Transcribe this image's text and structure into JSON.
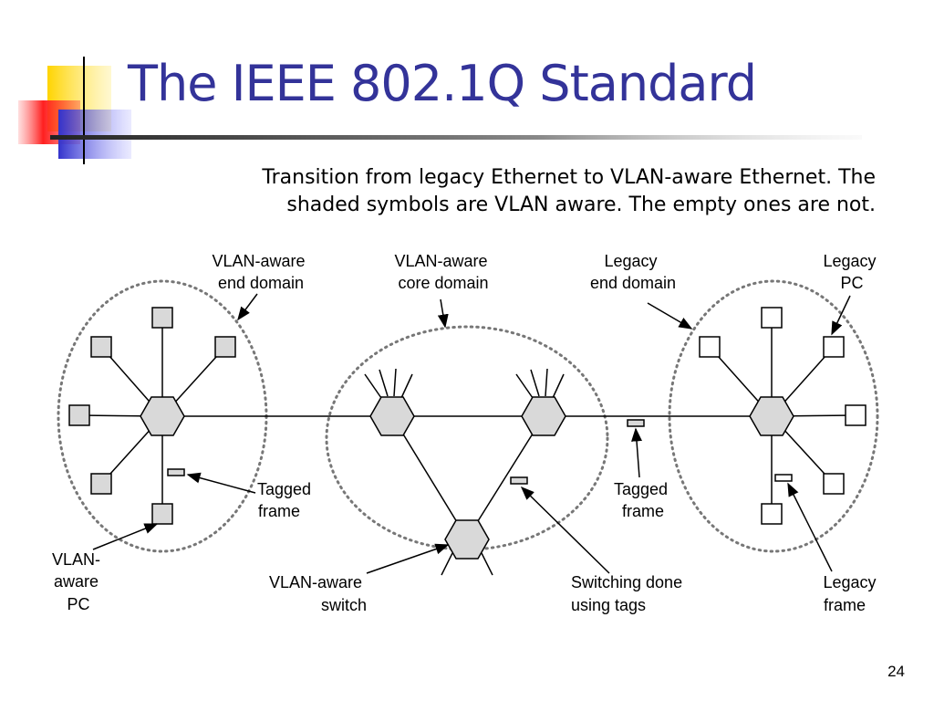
{
  "title": "The IEEE 802.1Q Standard",
  "subtitle_line1": "Transition from legacy Ethernet to VLAN-aware Ethernet.  The",
  "subtitle_line2": "shaded symbols are VLAN aware.  The empty ones are not.",
  "page_number": "24",
  "labels": {
    "vlan_end_domain": [
      "VLAN-aware",
      "end domain"
    ],
    "vlan_core_domain": [
      "VLAN-aware",
      "core domain"
    ],
    "legacy_end_domain": [
      "Legacy",
      "end domain"
    ],
    "legacy_pc": [
      "Legacy",
      "PC"
    ],
    "tagged_frame_left": [
      "Tagged",
      "frame"
    ],
    "tagged_frame_right": [
      "Tagged",
      "frame"
    ],
    "vlan_aware_pc": [
      "VLAN-",
      "aware",
      "PC"
    ],
    "vlan_aware_switch": [
      "VLAN-aware",
      "switch"
    ],
    "switching_done": [
      "Switching done",
      "using tags"
    ],
    "legacy_frame": [
      "Legacy",
      "frame"
    ]
  },
  "colors": {
    "title": "#333399",
    "shaded": "#d9d9d9",
    "outline": "#000000",
    "domain_dots": "#777777"
  }
}
